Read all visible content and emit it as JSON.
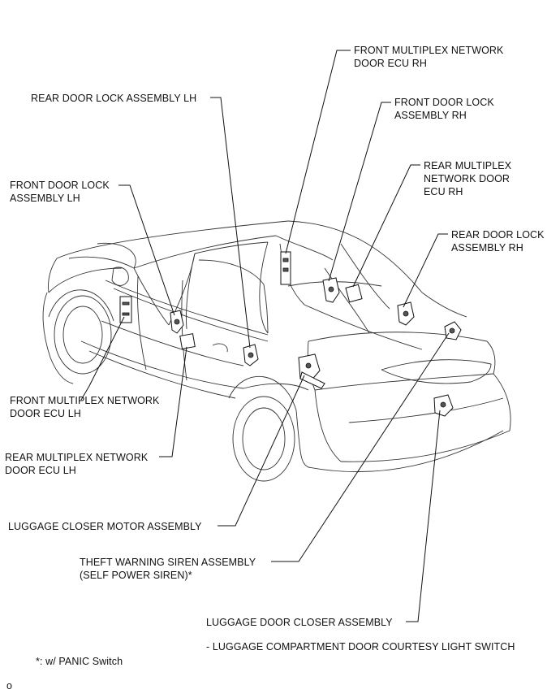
{
  "labels": {
    "front_mpx_ecu_rh": "FRONT MULTIPLEX NETWORK\nDOOR ECU RH",
    "rear_door_lock_lh": "REAR DOOR LOCK ASSEMBLY LH",
    "front_door_lock_rh": "FRONT DOOR LOCK\nASSEMBLY RH",
    "rear_mpx_ecu_rh": "REAR MULTIPLEX\nNETWORK DOOR\nECU RH",
    "front_door_lock_lh": "FRONT DOOR LOCK\nASSEMBLY LH",
    "rear_door_lock_rh": "REAR DOOR LOCK\nASSEMBLY RH",
    "front_mpx_ecu_lh": "FRONT MULTIPLEX NETWORK\nDOOR ECU LH",
    "rear_mpx_ecu_lh": "REAR MULTIPLEX NETWORK\nDOOR ECU LH",
    "luggage_closer_motor": "LUGGAGE CLOSER MOTOR ASSEMBLY",
    "theft_warning_siren": "THEFT WARNING SIREN ASSEMBLY\n(SELF POWER SIREN)*",
    "luggage_door_closer": "LUGGAGE DOOR CLOSER ASSEMBLY",
    "courtesy_switch": "- LUGGAGE COMPARTMENT DOOR COURTESY LIGHT SWITCH",
    "footnote": "*: w/ PANIC Switch",
    "figure_id": "o"
  }
}
